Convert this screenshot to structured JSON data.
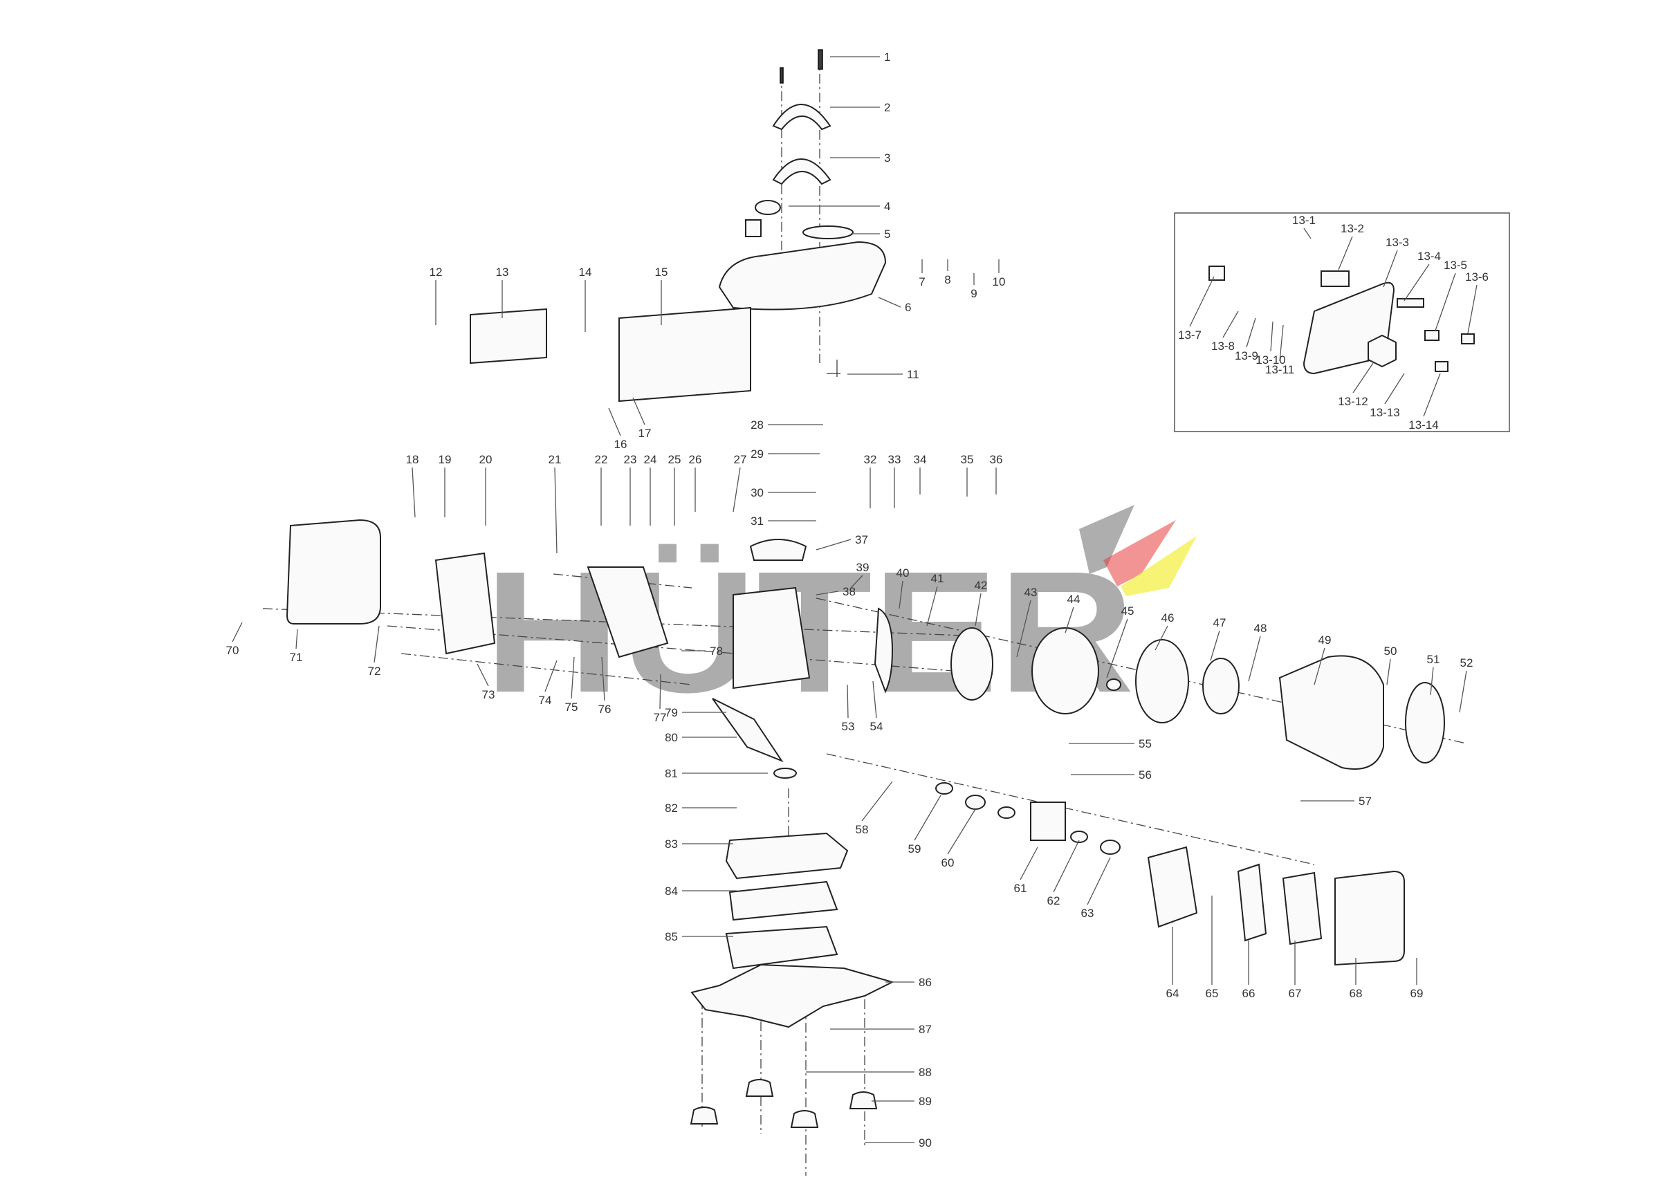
{
  "watermark": {
    "text": "HÜTER",
    "swoosh_colors": [
      "#9a9a9a",
      "#e83c3c",
      "#f4ee3a"
    ]
  },
  "inset": {
    "labels": [
      "13-1",
      "13-2",
      "13-3",
      "13-4",
      "13-5",
      "13-6",
      "13-7",
      "13-8",
      "13-9",
      "13-10",
      "13-11",
      "13-12",
      "13-13",
      "13-14"
    ]
  },
  "callouts": [
    "1",
    "2",
    "3",
    "4",
    "5",
    "6",
    "7",
    "8",
    "9",
    "10",
    "11",
    "12",
    "13",
    "14",
    "15",
    "16",
    "17",
    "18",
    "19",
    "20",
    "21",
    "22",
    "23",
    "24",
    "25",
    "26",
    "27",
    "28",
    "29",
    "30",
    "31",
    "32",
    "33",
    "34",
    "35",
    "36",
    "37",
    "38",
    "39",
    "40",
    "41",
    "42",
    "43",
    "44",
    "45",
    "46",
    "47",
    "48",
    "49",
    "50",
    "51",
    "52",
    "53",
    "54",
    "55",
    "56",
    "57",
    "58",
    "59",
    "60",
    "61",
    "62",
    "63",
    "64",
    "65",
    "66",
    "67",
    "68",
    "69",
    "70",
    "71",
    "72",
    "73",
    "74",
    "75",
    "76",
    "77",
    "78",
    "79",
    "80",
    "81",
    "82",
    "83",
    "84",
    "85",
    "86",
    "87",
    "88",
    "89",
    "90"
  ]
}
